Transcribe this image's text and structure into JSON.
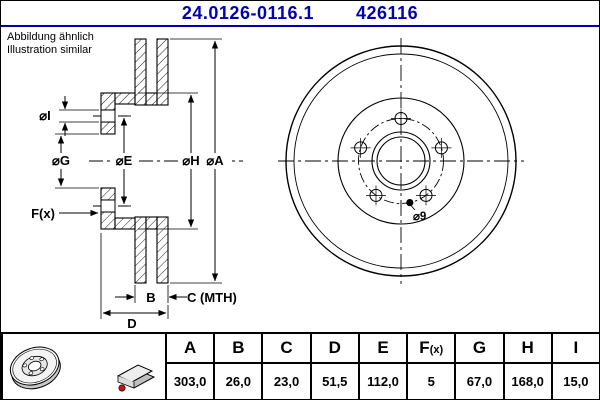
{
  "header": {
    "part_number": "24.0126-0116.1",
    "ref_number": "426116"
  },
  "note": {
    "line1": "Abbildung ähnlich",
    "line2": "Illustration similar"
  },
  "colors": {
    "accent_blue": "#0000B4",
    "icon_red": "#CC1111"
  },
  "drawing": {
    "labels": {
      "dia_i": "⌀I",
      "dia_g": "⌀G",
      "dia_e": "⌀E",
      "dia_h": "⌀H",
      "dia_a": "⌀A",
      "f_x": "F(x)",
      "b": "B",
      "c_mth": "C (MTH)",
      "d": "D",
      "dia_9": "⌀9"
    }
  },
  "table": {
    "columns": [
      {
        "label": "A",
        "value": "303,0"
      },
      {
        "label": "B",
        "value": "26,0"
      },
      {
        "label": "C",
        "value": "23,0"
      },
      {
        "label": "D",
        "value": "51,5"
      },
      {
        "label": "E",
        "value": "112,0"
      },
      {
        "label": "F",
        "suffix": "(x)",
        "value": "5"
      },
      {
        "label": "G",
        "value": "67,0"
      },
      {
        "label": "H",
        "value": "168,0"
      },
      {
        "label": "I",
        "value": "15,0"
      }
    ]
  }
}
